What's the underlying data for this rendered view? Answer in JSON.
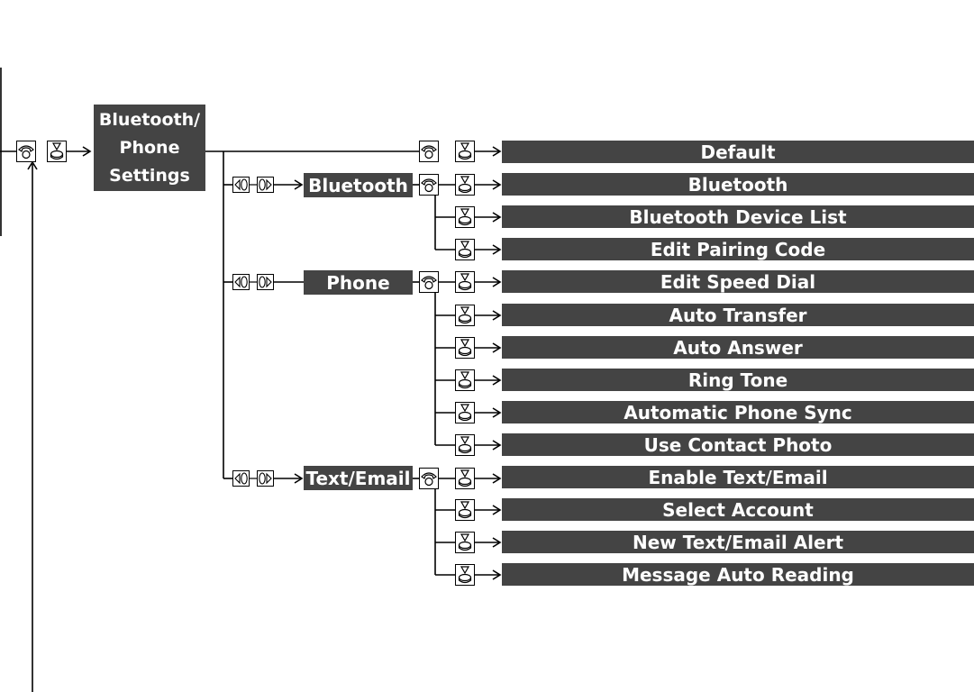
{
  "root": {
    "lines": [
      "Bluetooth/",
      "Phone",
      "Settings"
    ]
  },
  "default_item": "Default",
  "categories": [
    {
      "label": "Bluetooth",
      "items": [
        "Bluetooth",
        "Bluetooth Device List",
        "Edit Pairing Code"
      ]
    },
    {
      "label": "Phone",
      "items": [
        "Edit Speed Dial",
        "Auto Transfer",
        "Auto Answer",
        "Ring Tone",
        "Automatic Phone Sync",
        "Use Contact Photo"
      ]
    },
    {
      "label": "Text/Email",
      "items": [
        "Enable Text/Email",
        "Select Account",
        "New Text/Email Alert",
        "Message Auto Reading"
      ]
    }
  ],
  "icons": [
    "phone-button-icon",
    "interface-dial-press-icon",
    "interface-dial-rotate-icon"
  ],
  "colors": {
    "bar": "#444444",
    "bar_text": "#ffffff",
    "line": "#000000"
  }
}
